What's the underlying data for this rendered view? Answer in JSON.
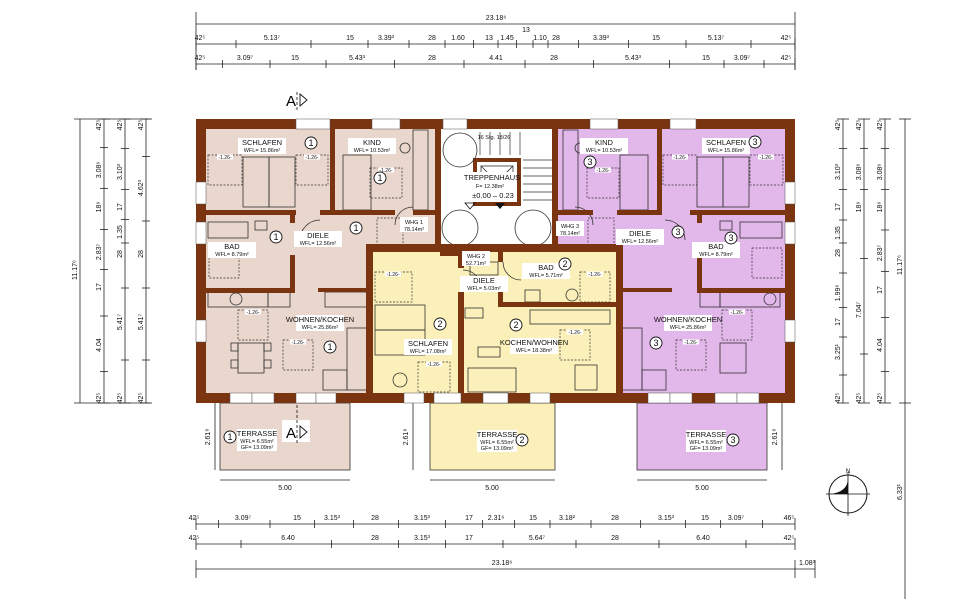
{
  "colors": {
    "wall": "#7a3410",
    "unit_1": "#e9d6cc",
    "unit_2": "#fbf0b9",
    "unit_3": "#e2b7ea",
    "staircase": "#ffffff"
  },
  "section_marker": "A",
  "north_label": "N",
  "staircase": {
    "name": "TREPPENHAUS",
    "area": "F= 12.38m²",
    "level": "±0.00 – 0.23",
    "stairs": "16 Stg. 18/26"
  },
  "apartments": [
    {
      "label": "WHG 1",
      "area": "78.14m²"
    },
    {
      "label": "WHG 2",
      "area": "52.71m²"
    },
    {
      "label": "WHG 3",
      "area": "78.14m²"
    }
  ],
  "rooms": [
    {
      "unit": "1",
      "name": "SCHLAFEN",
      "area": "WFL= 15.86m²"
    },
    {
      "unit": "1",
      "name": "KIND",
      "area": "WFL= 10.53m²"
    },
    {
      "unit": "1",
      "name": "DIELE",
      "area": "WFL= 12.56m²"
    },
    {
      "unit": "1",
      "name": "BAD",
      "area": "WFL= 8.79m²"
    },
    {
      "unit": "1",
      "name": "WOHNEN/KOCHEN",
      "area": "WFL= 25.86m²"
    },
    {
      "unit": "2",
      "name": "DIELE",
      "area": "WFL= 5.03m²"
    },
    {
      "unit": "2",
      "name": "BAD",
      "area": "WFL= 5.71m²"
    },
    {
      "unit": "2",
      "name": "SCHLAFEN",
      "area": "WFL= 17.08m²"
    },
    {
      "unit": "2",
      "name": "KOCHEN/WOHNEN",
      "area": "WFL= 18.38m²"
    },
    {
      "unit": "3",
      "name": "KIND",
      "area": "WFL= 10.53m²"
    },
    {
      "unit": "3",
      "name": "SCHLAFEN",
      "area": "WFL= 15.86m²"
    },
    {
      "unit": "3",
      "name": "DIELE",
      "area": "WFL= 12.56m²"
    },
    {
      "unit": "3",
      "name": "BAD",
      "area": "WFL= 8.79m²"
    },
    {
      "unit": "3",
      "name": "WOHNEN/KOCHEN",
      "area": "WFL= 25.86m²"
    }
  ],
  "terraces": [
    {
      "unit": "1",
      "name": "TERRASSE",
      "wfl": "WFL= 6.55m²",
      "gf": "GF= 13.09m²",
      "width": "5.00",
      "depth": "2.61⁸"
    },
    {
      "unit": "2",
      "name": "TERRASSE",
      "wfl": "WFL= 6.55m²",
      "gf": "GF= 13.09m²",
      "width": "5.00",
      "depth": "2.61⁸"
    },
    {
      "unit": "3",
      "name": "TERRASSE",
      "wfl": "WFL= 6.55m²",
      "gf": "GF= 13.09m²",
      "width": "5.00",
      "depth": "2.61⁸"
    }
  ],
  "furniture_label": "-1.26-",
  "dimensions": {
    "top_total": "23.18⁶",
    "top_row1": [
      "42⁵",
      "5.13⁷",
      "15",
      "3.39³",
      "28",
      "1.60",
      "13",
      "1.45",
      "13",
      "1.10",
      "28",
      "3.39³",
      "15",
      "5.13⁷",
      "42⁵"
    ],
    "top_row2": [
      "42⁵",
      "3.09⁷",
      "15",
      "5.43³",
      "28",
      "4.41",
      "28",
      "5.43³",
      "15",
      "3.09⁷",
      "42⁵"
    ],
    "bottom_row1": [
      "42⁵",
      "3.09⁷",
      "15",
      "3.15³",
      "28",
      "3.15³",
      "17",
      "2.31⁶",
      "15",
      "3.18²",
      "28",
      "3.15³",
      "15",
      "3.09⁷",
      "46⁵"
    ],
    "bottom_row2": [
      "42⁵",
      "6.40",
      "28",
      "3.15³",
      "17",
      "5.64⁷",
      "28",
      "6.40",
      "42⁵"
    ],
    "bottom_total": "23.18⁶",
    "bottom_extra": "1.08³",
    "left_total": "11.17⁶",
    "left_col1": [
      "42⁵",
      "3.08⁶",
      "18⁶",
      "2.83⁷",
      "17",
      "4.04",
      "42⁵"
    ],
    "left_col2": [
      "42⁵",
      "3.10³",
      "17",
      "1.35",
      "28",
      "5.41⁷",
      "42⁵"
    ],
    "left_col3": [
      "42⁵",
      "4.62³",
      "28",
      "5.41⁷",
      "42⁵"
    ],
    "right_col1": [
      "42⁵",
      "3.10³",
      "17",
      "1.35",
      "28",
      "1.99⁶",
      "17",
      "3.25¹",
      "42⁵"
    ],
    "right_col2": [
      "42⁵",
      "3.08⁶",
      "18⁶",
      "7.04⁷",
      "42⁵"
    ],
    "right_col3": [
      "42⁵",
      "3.08⁶",
      "18⁶",
      "2.83⁷",
      "17",
      "4.04",
      "42⁵"
    ],
    "right_total": "11.17⁶",
    "right_terrace": "6.33¹"
  }
}
